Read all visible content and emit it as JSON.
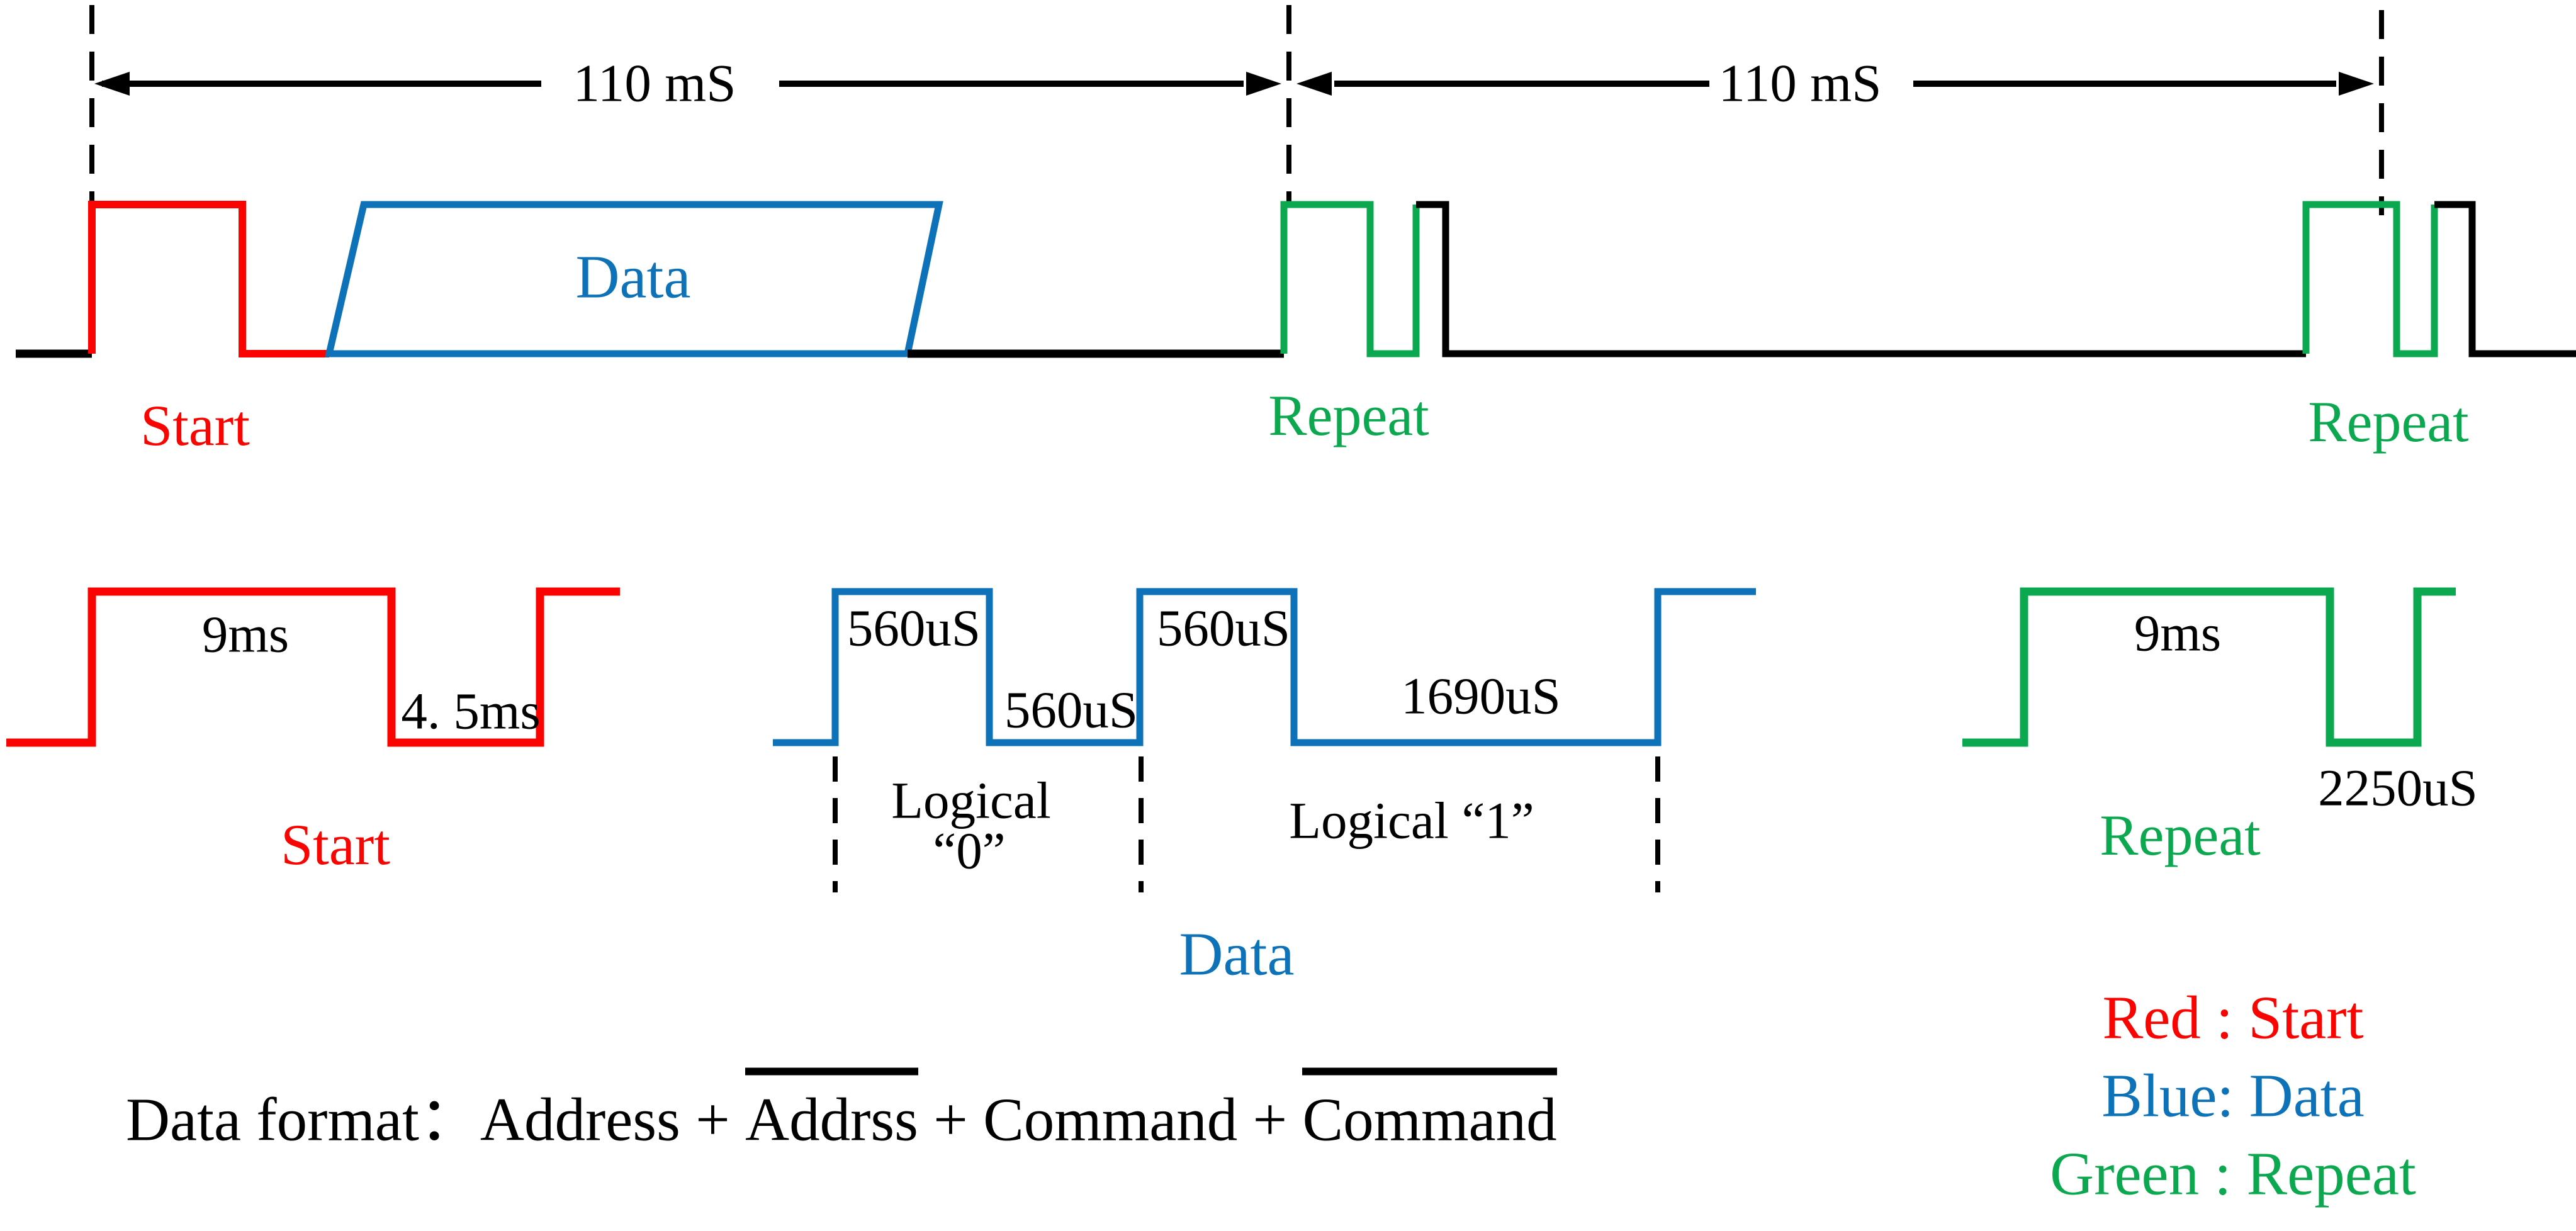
{
  "colors": {
    "red": "#f90400",
    "blue": "#0d72b8",
    "green": "#0ba84f",
    "black": "#000000"
  },
  "overview": {
    "interval1": "110 mS",
    "interval2": "110 mS",
    "start_label": "Start",
    "data_label": "Data",
    "repeat1_label": "Repeat",
    "repeat2_label": "Repeat"
  },
  "start_detail": {
    "high_time": "9ms",
    "low_time": "4. 5ms",
    "label": "Start"
  },
  "data_detail": {
    "pulse1_high": "560uS",
    "pulse1_low": "560uS",
    "pulse2_high": "560uS",
    "pulse2_low": "1690uS",
    "logical0_word": "Logical",
    "logical0_value": "“0”",
    "logical1": "Logical  “1”",
    "label": "Data"
  },
  "repeat_detail": {
    "high_time": "9ms",
    "low_time": "2250uS",
    "label": "Repeat"
  },
  "data_format": {
    "lead": "Data format：Address + ",
    "overline1": "Addrss",
    "mid": " + Command + ",
    "overline2": "Command"
  },
  "legend": {
    "red": "Red : Start",
    "blue": "Blue: Data",
    "green": "Green : Repeat"
  }
}
